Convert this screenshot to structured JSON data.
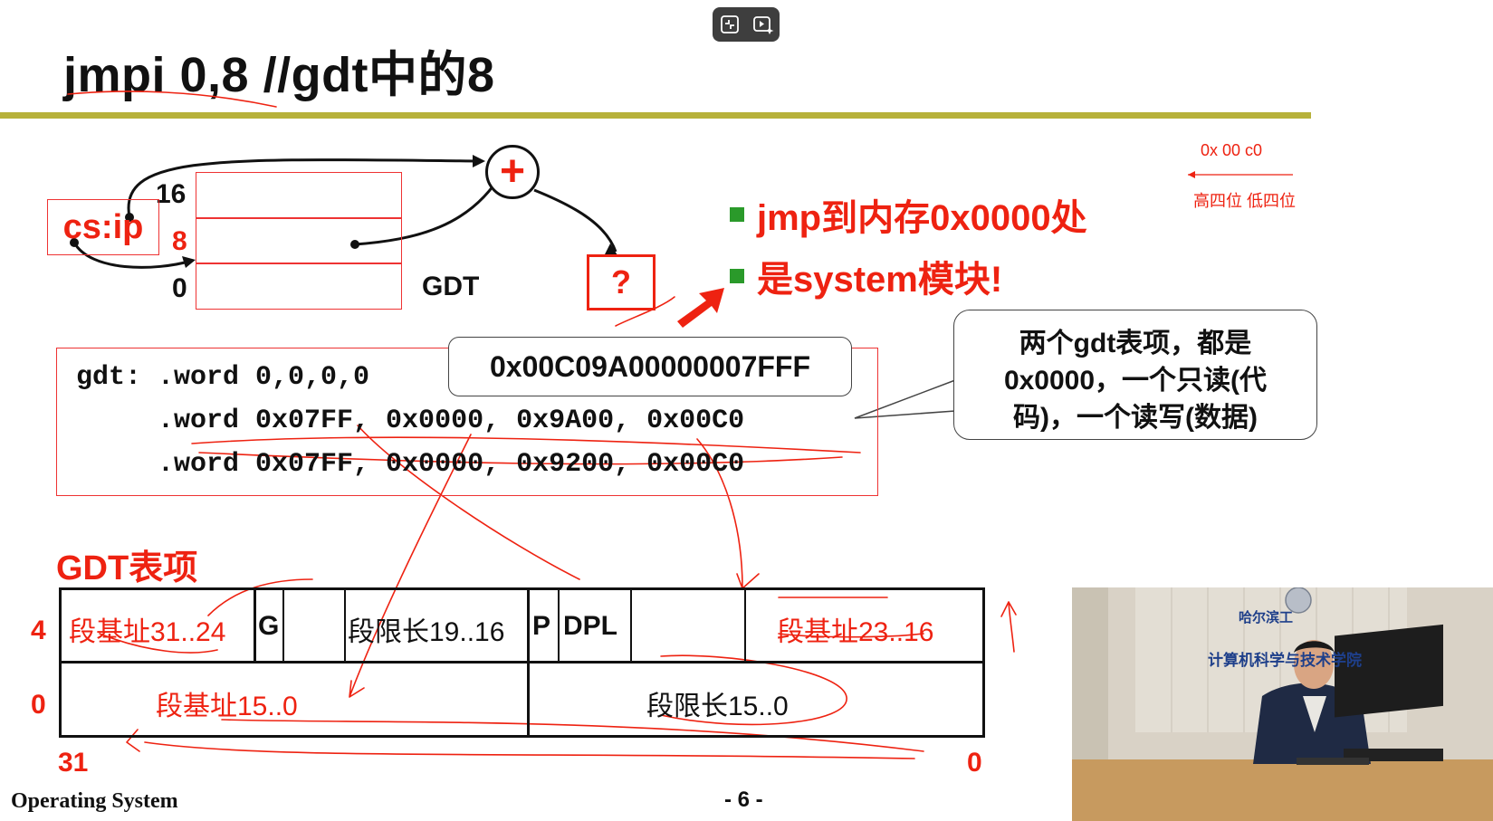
{
  "slide": {
    "title": "jmpi 0,8  //gdt中的8",
    "footer_left": "Operating System",
    "footer_page": "- 6 -"
  },
  "toolbar": {
    "icons": [
      "exit-fullscreen-icon",
      "video-ai-icon"
    ]
  },
  "diagram": {
    "regs": "cs:ip",
    "row_labels": [
      "16",
      "8",
      "0"
    ],
    "gdt_label": "GDT",
    "plus": "+",
    "question": "?"
  },
  "bullets": [
    {
      "text": "jmp到内存0x0000处"
    },
    {
      "text": "是system模块!"
    }
  ],
  "annotations": {
    "hex": "0x 00 c0",
    "bits": "高四位 低四位"
  },
  "code": {
    "line1": "gdt: .word 0,0,0,0",
    "line2": "     .word 0x07FF, 0x0000, 0x9A00, 0x00C0",
    "line3": "     .word 0x07FF, 0x0000, 0x9200, 0x00C0"
  },
  "callouts": {
    "descriptor": "0x00C09A00000007FFF",
    "explain_1": "两个gdt表项，都是",
    "explain_2": "0x0000，一个只读(代",
    "explain_3": "码)，一个读写(数据)"
  },
  "gdt_entry": {
    "title": "GDT表项",
    "row4_label": "4",
    "row0_label": "0",
    "bit_hi": "31",
    "bit_lo": "0",
    "cells_top": [
      "段基址31..24",
      "G",
      "",
      "段限长19..16",
      "P",
      "DPL",
      "",
      "段基址23..16"
    ],
    "cells_bottom": [
      "段基址15..0",
      "段限长15..0"
    ]
  },
  "video": {
    "sign_top": "哈尔滨工",
    "sign_main": "计算机科学与技术学院"
  },
  "colors": {
    "accent_red": "#e21",
    "rule_olive": "#b7b13a",
    "bullet_green": "#2a9a2a"
  }
}
